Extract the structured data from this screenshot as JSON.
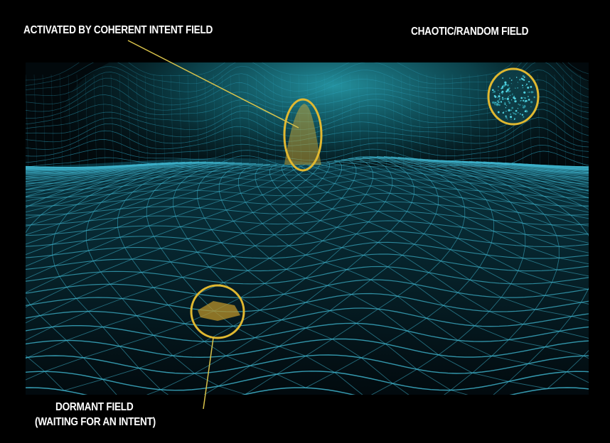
{
  "annotations": {
    "activated": "ACTIVATED BY COHERENT INTENT FIELD",
    "chaotic": "CHAOTIC/RANDOM FIELD",
    "dormant_line1": "DORMANT FIELD",
    "dormant_line2": "(WAITING FOR AN INTENT)"
  },
  "colors": {
    "background": "#000000",
    "mesh": "#3fb6cf",
    "mesh_far": "#2ea7c4",
    "glow": "#1f8fa6",
    "highlight": "#e0b830",
    "label": "#ffffff"
  }
}
